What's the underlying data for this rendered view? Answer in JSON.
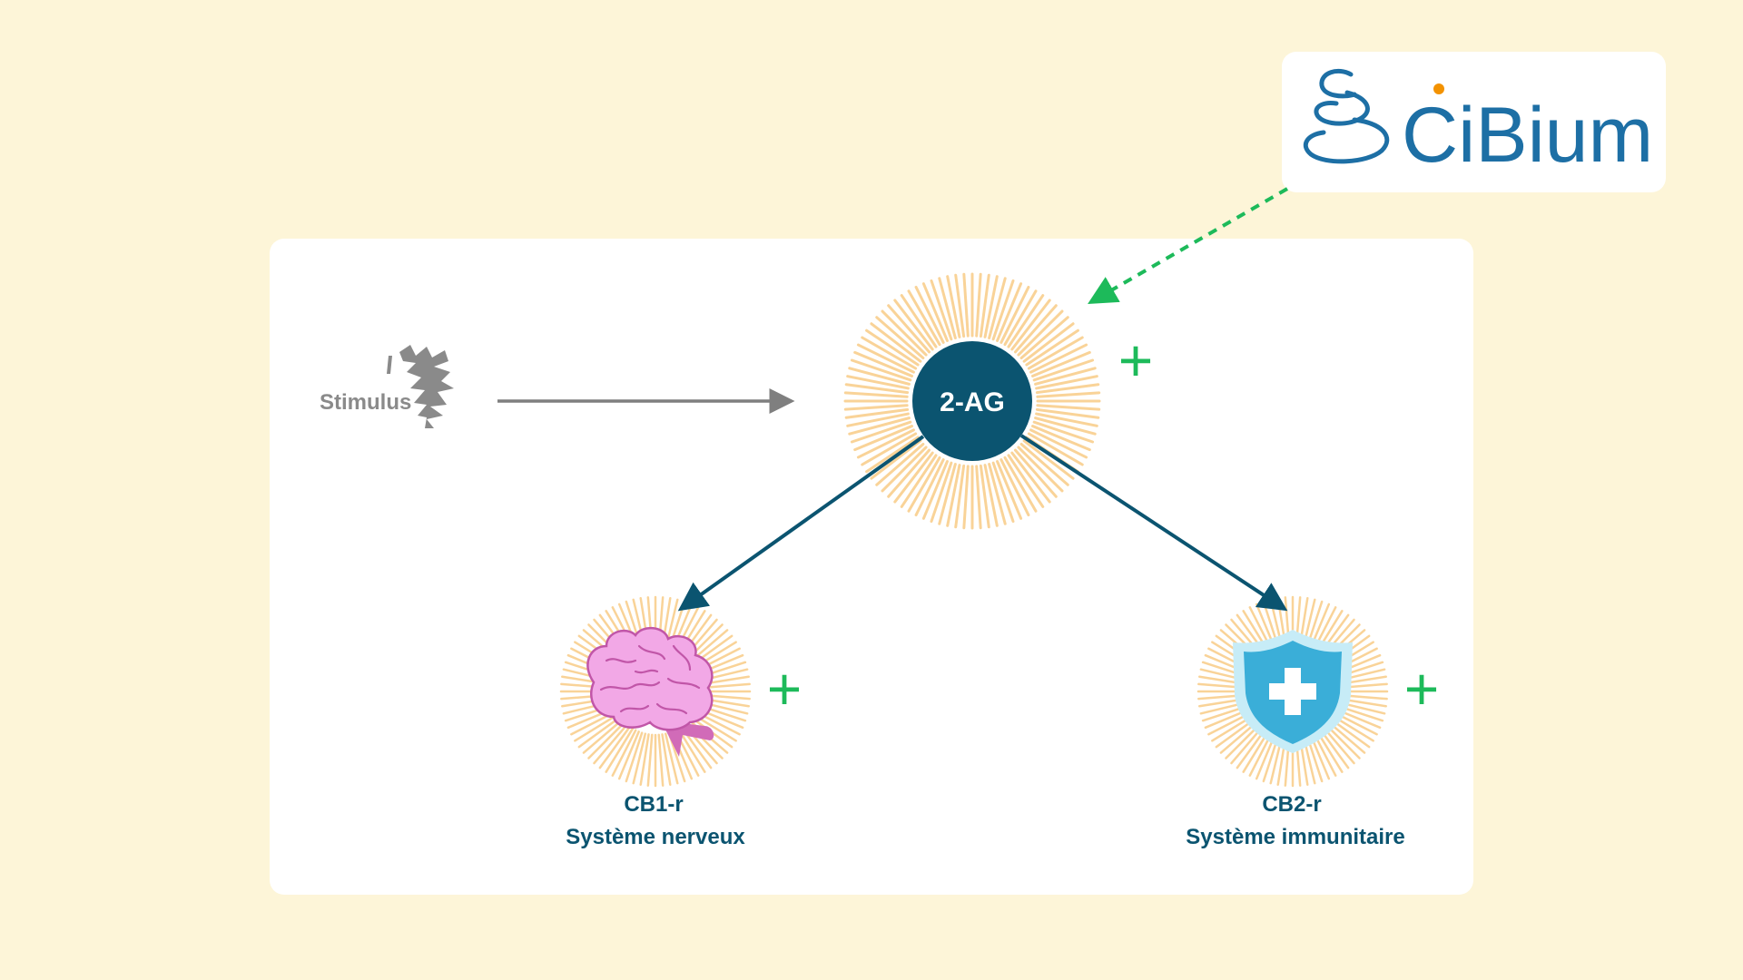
{
  "brand": {
    "name": "CiBium",
    "accent_dot_color": "#f39200",
    "color": "#1d6fa5"
  },
  "stimulus": {
    "label": "Stimulus"
  },
  "center_node": {
    "label": "2-AG",
    "color": "#0b5470"
  },
  "receptors": [
    {
      "id": "cb1",
      "name": "CB1-r",
      "system": "Système nerveux",
      "icon": "brain-icon",
      "effect": "+"
    },
    {
      "id": "cb2",
      "name": "CB2-r",
      "system": "Système immunitaire",
      "icon": "shield-plus-icon",
      "effect": "+"
    }
  ],
  "center_effect": "+",
  "colors": {
    "background": "#fdf5d8",
    "rays": "#f9d398",
    "arrow_main": "#0b5470",
    "arrow_stimulus": "#7f7f7f",
    "plus": "#1dba5a",
    "dashed_arrow": "#1dba5a",
    "label_text": "#0b5470"
  }
}
